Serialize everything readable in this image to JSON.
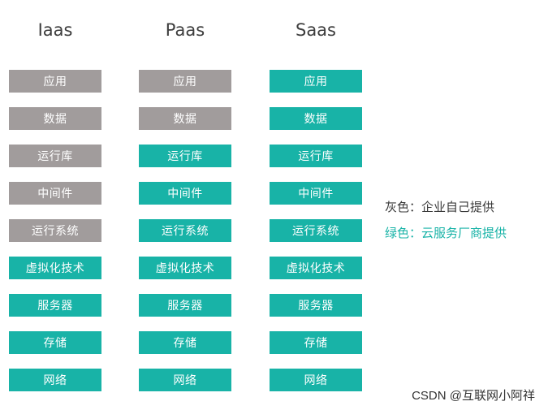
{
  "colors": {
    "gray": "#a19c9c",
    "green": "#18b3a7"
  },
  "columns": [
    {
      "title": "Iaas",
      "layers": [
        {
          "label": "应用",
          "color": "gray"
        },
        {
          "label": "数据",
          "color": "gray"
        },
        {
          "label": "运行库",
          "color": "gray"
        },
        {
          "label": "中间件",
          "color": "gray"
        },
        {
          "label": "运行系统",
          "color": "gray"
        },
        {
          "label": "虚拟化技术",
          "color": "green"
        },
        {
          "label": "服务器",
          "color": "green"
        },
        {
          "label": "存储",
          "color": "green"
        },
        {
          "label": "网络",
          "color": "green"
        }
      ]
    },
    {
      "title": "Paas",
      "layers": [
        {
          "label": "应用",
          "color": "gray"
        },
        {
          "label": "数据",
          "color": "gray"
        },
        {
          "label": "运行库",
          "color": "green"
        },
        {
          "label": "中间件",
          "color": "green"
        },
        {
          "label": "运行系统",
          "color": "green"
        },
        {
          "label": "虚拟化技术",
          "color": "green"
        },
        {
          "label": "服务器",
          "color": "green"
        },
        {
          "label": "存储",
          "color": "green"
        },
        {
          "label": "网络",
          "color": "green"
        }
      ]
    },
    {
      "title": "Saas",
      "layers": [
        {
          "label": "应用",
          "color": "green"
        },
        {
          "label": "数据",
          "color": "green"
        },
        {
          "label": "运行库",
          "color": "green"
        },
        {
          "label": "中间件",
          "color": "green"
        },
        {
          "label": "运行系统",
          "color": "green"
        },
        {
          "label": "虚拟化技术",
          "color": "green"
        },
        {
          "label": "服务器",
          "color": "green"
        },
        {
          "label": "存储",
          "color": "green"
        },
        {
          "label": "网络",
          "color": "green"
        }
      ]
    }
  ],
  "legend": {
    "gray_text": "灰色：企业自己提供",
    "green_text": "绿色：云服务厂商提供"
  },
  "watermark": "CSDN @互联网小阿祥"
}
